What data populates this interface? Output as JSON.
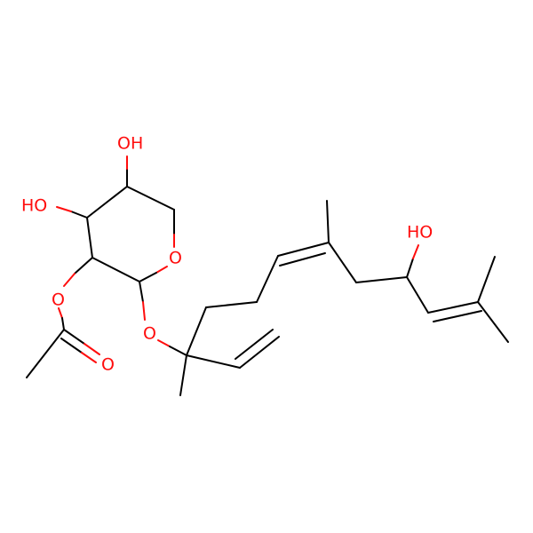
{
  "molecule": {
    "atom_labels": {
      "oh_top": "OH",
      "oh_left": "HO",
      "ring_o": "O",
      "ester_o": "O",
      "carbonyl_o": "O",
      "ether_o": "O",
      "oh_right": "HO"
    },
    "colors": {
      "bond": "#000000",
      "oxygen": "#ff0d0d",
      "background": "#ffffff"
    }
  }
}
